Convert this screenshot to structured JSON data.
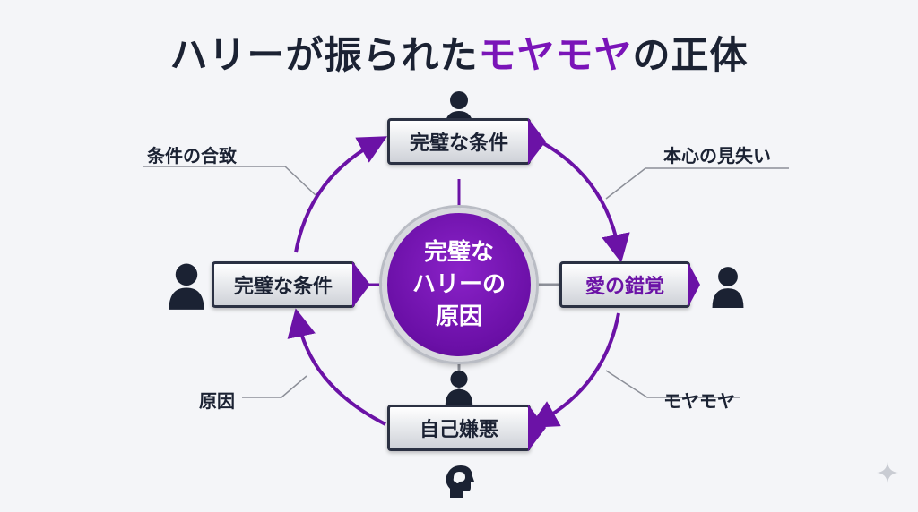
{
  "title": {
    "prefix": "ハリーが振られた",
    "accent": "モヤモヤ",
    "suffix": "の正体"
  },
  "center": {
    "text": "完璧な\nハリーの\n原因"
  },
  "nodes": {
    "top": "完璧な条件",
    "left": "完璧な条件",
    "right": "愛の錯覚",
    "bottom": "自己嫌悪"
  },
  "labels": {
    "top_left": "条件の合致",
    "top_right": "本心の見失い",
    "bottom_left": "原因",
    "bottom_right": "モヤモヤ"
  },
  "colors": {
    "accent": "#7a14b8",
    "dark": "#1b2233",
    "line": "#8c8f98"
  },
  "icons": [
    "person-icon",
    "brain-head-icon",
    "sparkle-icon"
  ]
}
